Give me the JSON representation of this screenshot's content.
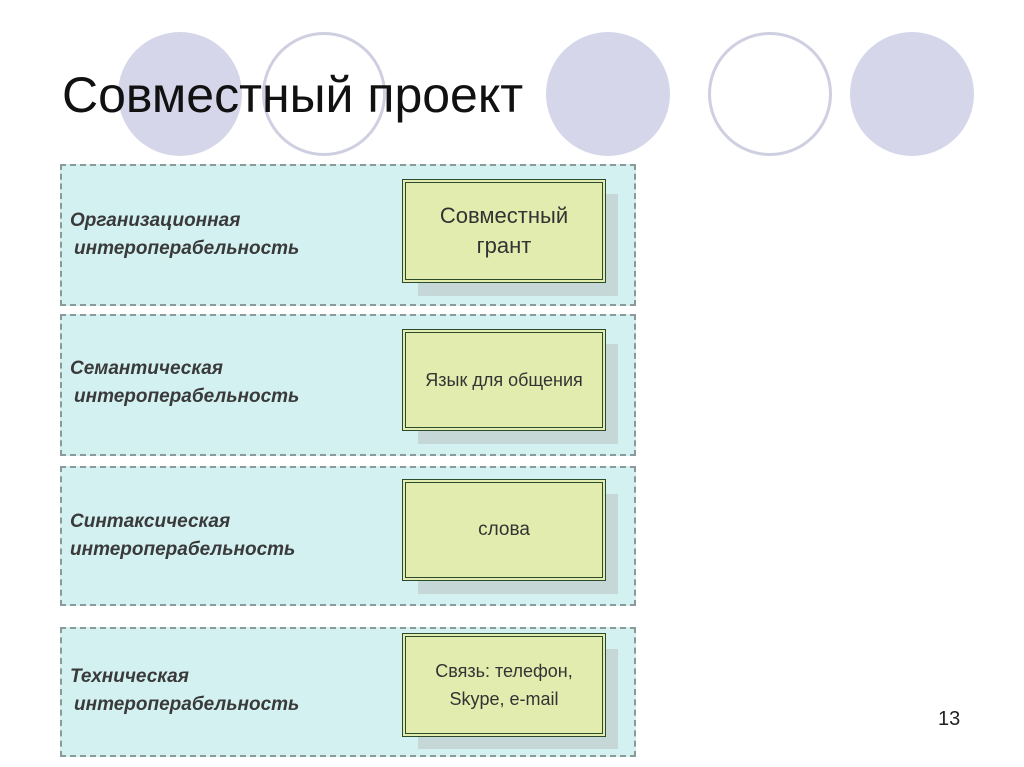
{
  "title": "Совместный проект",
  "layers": [
    {
      "label_line1": "Организационная",
      "label_line2": "интероперабельность",
      "box_line1": "Совместный",
      "box_line2": "грант"
    },
    {
      "label_line1": "Семантическая",
      "label_line2": "интероперабельность",
      "box_line1": "Язык для общения",
      "box_line2": ""
    },
    {
      "label_line1": "Синтаксическая",
      "label_line2": "интероперабельность",
      "box_line1": "слова",
      "box_line2": ""
    },
    {
      "label_line1": "Техническая",
      "label_line2": "интероперабельность",
      "box_line1": "Связь: телефон,",
      "box_line2": "Skype, e-mail"
    }
  ],
  "page_number": "13",
  "colors": {
    "circle_fill": "#d6d6ea",
    "circle_outline": "#cfcfe2",
    "layer_bg": "#d4f1f2",
    "box_bg": "#e3ecaf"
  }
}
